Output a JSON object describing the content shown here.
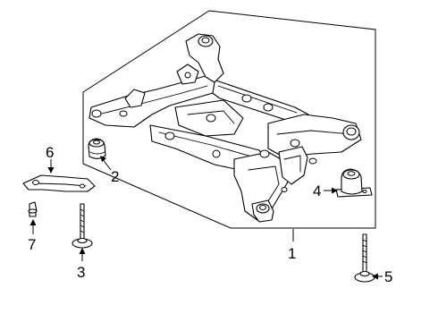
{
  "diagram": {
    "callouts": [
      {
        "id": "1",
        "label": "1"
      },
      {
        "id": "2",
        "label": "2"
      },
      {
        "id": "3",
        "label": "3"
      },
      {
        "id": "4",
        "label": "4"
      },
      {
        "id": "5",
        "label": "5"
      },
      {
        "id": "6",
        "label": "6"
      },
      {
        "id": "7",
        "label": "7"
      }
    ],
    "parts": [
      {
        "callout": "1",
        "icon": "crossmember-subframe-icon"
      },
      {
        "callout": "2",
        "icon": "bushing-icon"
      },
      {
        "callout": "3",
        "icon": "washer-bolt-icon"
      },
      {
        "callout": "4",
        "icon": "mount-bushing-icon"
      },
      {
        "callout": "5",
        "icon": "washer-bolt-icon"
      },
      {
        "callout": "6",
        "icon": "bracket-icon"
      },
      {
        "callout": "7",
        "icon": "bolt-icon"
      }
    ]
  }
}
